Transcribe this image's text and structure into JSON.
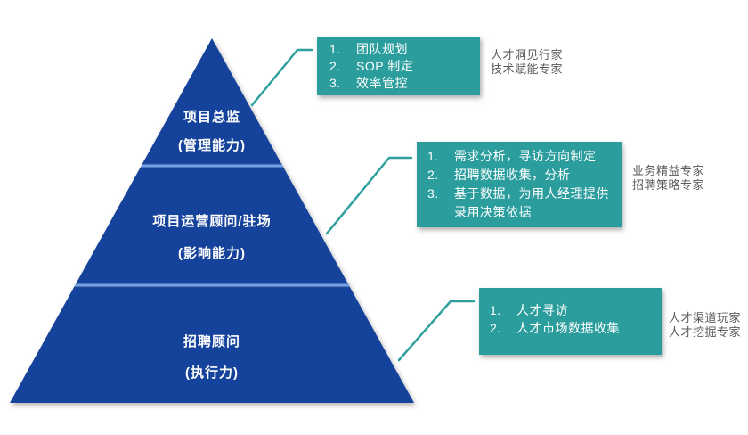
{
  "colors": {
    "pyramid-blue": "#15429a",
    "divider-light": "#8fb6ea",
    "callout-teal": "#2b9d9d",
    "connector-teal": "#2fa09e",
    "side-text": "#595959",
    "tier-text": "#ffffff"
  },
  "pyramid": {
    "tiers": [
      {
        "title": "项目总监",
        "subtitle": "(管理能力)"
      },
      {
        "title": "项目运营顾问/驻场",
        "subtitle": "(影响能力)"
      },
      {
        "title": "招聘顾问",
        "subtitle": "(执行力)"
      }
    ]
  },
  "callouts": [
    {
      "items": [
        {
          "num": "1.",
          "text": "团队规划"
        },
        {
          "num": "2.",
          "text": "SOP 制定"
        },
        {
          "num": "3.",
          "text": "效率管控"
        }
      ],
      "side": [
        "人才洞见行家",
        "技术赋能专家"
      ]
    },
    {
      "items": [
        {
          "num": "1.",
          "text": "需求分析，寻访方向制定"
        },
        {
          "num": "2.",
          "text": "招聘数据收集，分析"
        },
        {
          "num": "3.",
          "text": "基于数据，为用人经理提供录用决策依据"
        }
      ],
      "side": [
        "业务精益专家",
        "招聘策略专家"
      ]
    },
    {
      "items": [
        {
          "num": "1.",
          "text": "人才寻访"
        },
        {
          "num": "2.",
          "text": "人才市场数据收集"
        }
      ],
      "side": [
        "人才渠道玩家",
        "人才挖掘专家"
      ]
    }
  ]
}
